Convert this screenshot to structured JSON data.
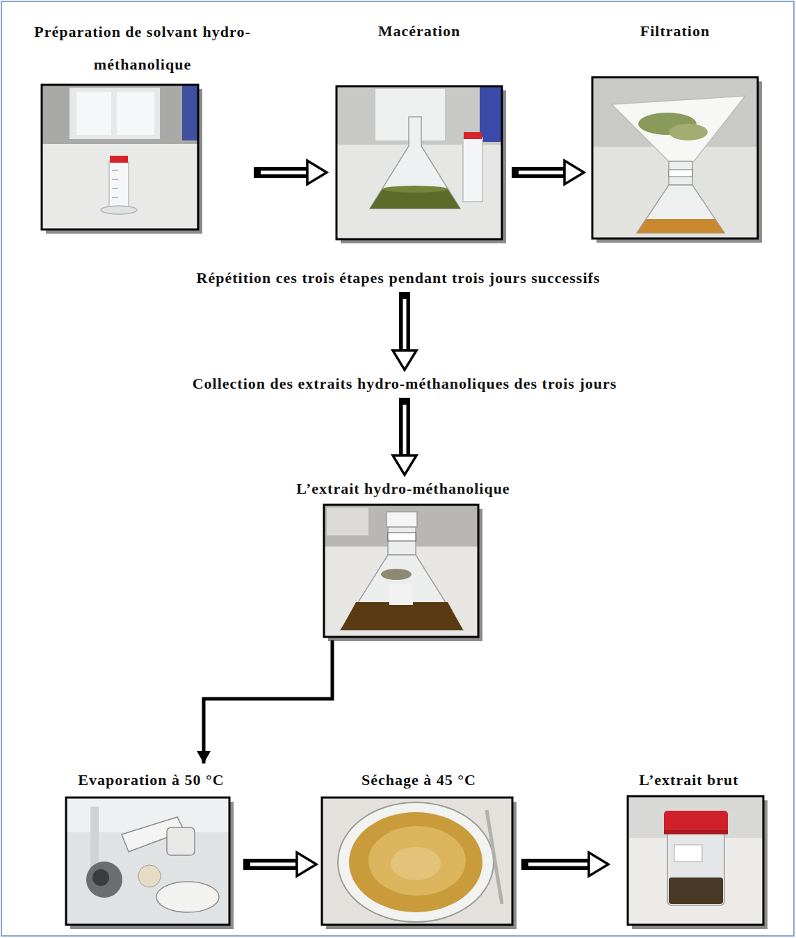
{
  "diagram": {
    "nodes": [
      {
        "text": [
          "Préparation de solvant hydro-méthanolique"
        ]
      },
      {
        "text": [
          "Macération"
        ]
      },
      {
        "text": [
          "Filtration"
        ]
      },
      {
        "text": [
          "Répétition ces trois étapes pendant trois jours successifs"
        ]
      },
      {
        "text": [
          "Collection des extraits hydro-méthanoliques des trois jours"
        ]
      },
      {
        "text": [
          "L’extrait hydro-méthanolique"
        ]
      },
      {
        "text": [
          "Evaporation à 50 °C"
        ]
      },
      {
        "text": [
          "Séchage à 45 °C"
        ]
      },
      {
        "text": [
          "L’extrait brut"
        ]
      }
    ],
    "edges": [
      {
        "from": 0,
        "to": 1,
        "arrow": "to"
      },
      {
        "from": 1,
        "to": 2,
        "arrow": "to"
      },
      {
        "from": 3,
        "to": 4,
        "arrow": "to"
      },
      {
        "from": 4,
        "to": 5,
        "arrow": "to"
      },
      {
        "from": 5,
        "to": 6,
        "arrow": "to"
      },
      {
        "from": 6,
        "to": 7,
        "arrow": "to"
      },
      {
        "from": 7,
        "to": 8,
        "arrow": "to"
      }
    ]
  }
}
